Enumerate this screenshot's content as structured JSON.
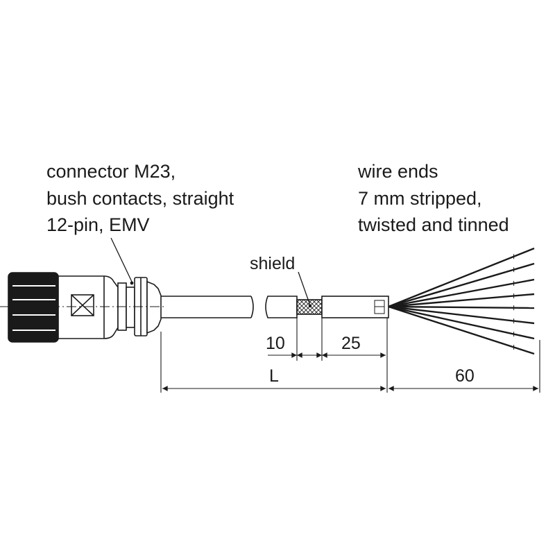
{
  "connector_label": {
    "line1": "connector M23,",
    "line2": "bush contacts, straight",
    "line3": "12-pin, EMV"
  },
  "wire_label": {
    "line1": "wire ends",
    "line2": "7 mm stripped,",
    "line3": "twisted and tinned"
  },
  "shield_label": "shield",
  "dimensions": {
    "strip_shield": "10",
    "strip_jacket": "25",
    "length": "L",
    "wire_length": "60"
  },
  "colors": {
    "ink": "#1a1a1a",
    "background": "#ffffff"
  },
  "wire_count": 8
}
